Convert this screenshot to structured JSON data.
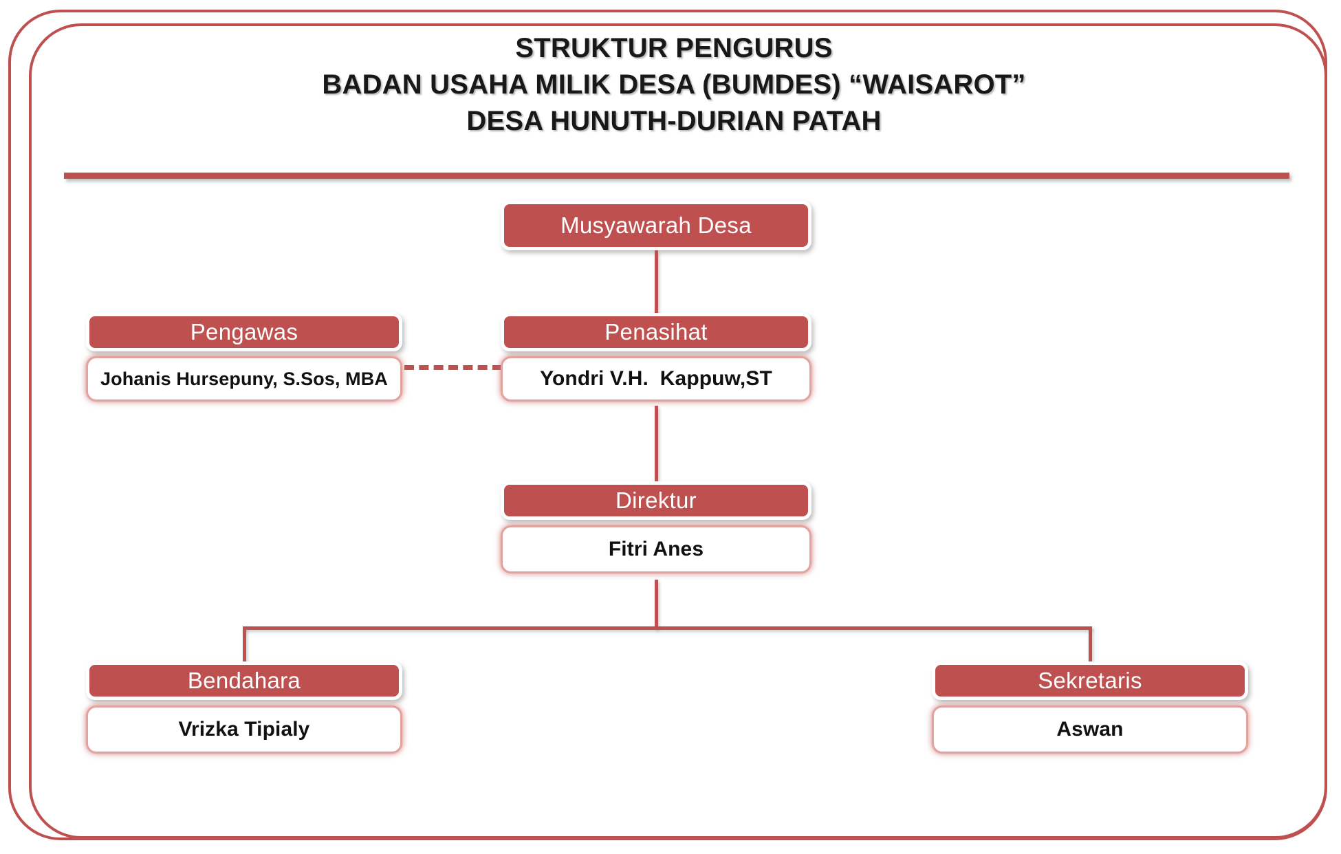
{
  "theme": {
    "accent": "#BE5150",
    "accent_soft": "#E2A3A0",
    "head_text": "#FFFFFF",
    "body_text": "#111111",
    "title_text": "#181818",
    "background": "#FFFFFF"
  },
  "title": {
    "line1": "STRUKTUR PENGURUS",
    "line2": "BADAN USAHA MILIK DESA (BUMDES) “WAISAROT”",
    "line3": "DESA HUNUTH-DURIAN PATAH"
  },
  "chart": {
    "type": "org-chart",
    "nodes": [
      {
        "id": "musyawarah",
        "role": "Musyawarah Desa",
        "person": "",
        "level": 0
      },
      {
        "id": "pengawas",
        "role": "Pengawas",
        "person": "Johanis Hursepuny, S.Sos, MBA",
        "level": 1
      },
      {
        "id": "penasihat",
        "role": "Penasihat",
        "person": "Yondri V.H.  Kappuw,ST",
        "level": 1
      },
      {
        "id": "direktur",
        "role": "Direktur",
        "person": "Fitri Anes",
        "level": 2
      },
      {
        "id": "bendahara",
        "role": "Bendahara",
        "person": "Vrizka Tipialy",
        "level": 3
      },
      {
        "id": "sekretaris",
        "role": "Sekretaris",
        "person": "Aswan",
        "level": 3
      }
    ],
    "edges": [
      {
        "from": "musyawarah",
        "to": "penasihat",
        "style": "solid"
      },
      {
        "from": "penasihat",
        "to": "pengawas",
        "style": "dashed"
      },
      {
        "from": "penasihat",
        "to": "direktur",
        "style": "solid"
      },
      {
        "from": "direktur",
        "to": "bendahara",
        "style": "solid"
      },
      {
        "from": "direktur",
        "to": "sekretaris",
        "style": "solid"
      }
    ]
  }
}
